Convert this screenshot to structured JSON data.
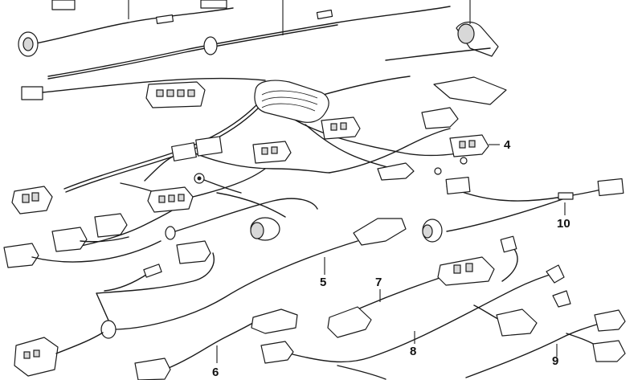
{
  "callouts": {
    "c4": "4",
    "c5": "5",
    "c6": "6",
    "c7": "7",
    "c8": "8",
    "c9": "9",
    "c10": "10"
  },
  "colors": {
    "line": "#1a1a1a",
    "background": "#ffffff"
  }
}
